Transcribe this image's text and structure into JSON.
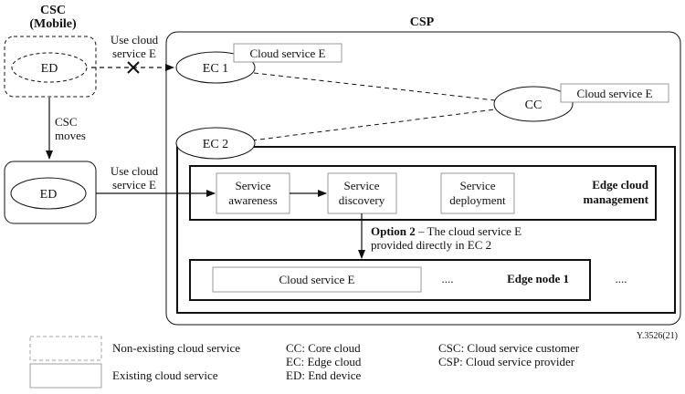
{
  "csc": {
    "title": "CSC",
    "subtitle": "(Mobile)"
  },
  "csp": {
    "title": "CSP"
  },
  "ed_label": "ED",
  "use_cloud_service_top": [
    "Use cloud",
    "service E"
  ],
  "use_cloud_service_bottom": [
    "Use cloud",
    "service E"
  ],
  "csc_moves": [
    "CSC",
    "moves"
  ],
  "ec1": {
    "label": "EC 1",
    "service": "Cloud service E"
  },
  "ec2": {
    "label": "EC 2"
  },
  "cc": {
    "label": "CC",
    "service": "Cloud service E"
  },
  "management": {
    "service_awareness": [
      "Service",
      "awareness"
    ],
    "service_discovery": [
      "Service",
      "discovery"
    ],
    "service_deployment": [
      "Service",
      "deployment"
    ],
    "title": [
      "Edge cloud",
      "management"
    ]
  },
  "option2": {
    "bold": "Option 2",
    "text_line1": " – The cloud service E",
    "text_line2": "provided directly in EC 2"
  },
  "edge_node": {
    "service": "Cloud service E",
    "dots1": "....",
    "title": "Edge node 1",
    "dots2": "...."
  },
  "figure_id": "Y.3526(21)",
  "legend": {
    "non_existing": "Non-existing cloud service",
    "existing": "Existing cloud service",
    "abbr_col1": [
      "CC: Core cloud",
      "EC: Edge cloud",
      "ED: End device"
    ],
    "abbr_col2": [
      "CSC: Cloud service customer",
      "CSP: Cloud service provider"
    ]
  },
  "colors": {
    "line": "#111111",
    "grey_box": "#9a9a9a",
    "dash_box": "#a0a0a0"
  }
}
